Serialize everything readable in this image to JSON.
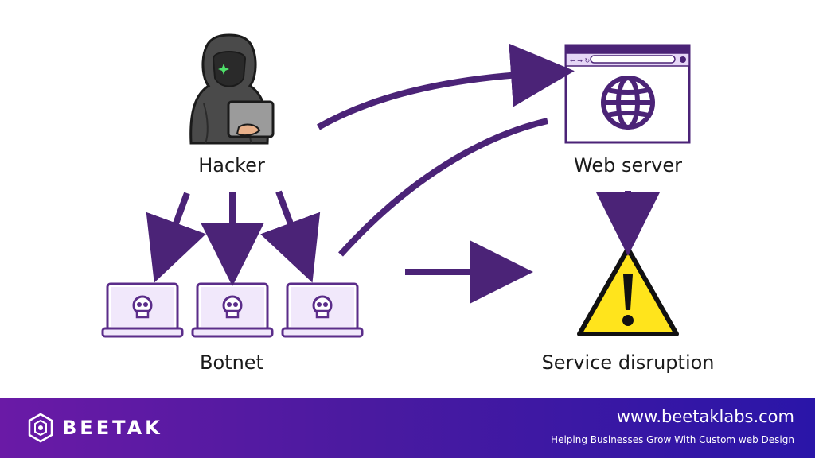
{
  "nodes": {
    "hacker": {
      "label": "Hacker"
    },
    "web_server": {
      "label": "Web server"
    },
    "botnet": {
      "label": "Botnet"
    },
    "service_disruption": {
      "label": "Service disruption"
    }
  },
  "footer": {
    "brand": "BEETAK",
    "website": "www.beetaklabs.com",
    "tagline": "Helping Businesses Grow With Custom web Design"
  },
  "colors": {
    "arrow": "#4b2377",
    "accent": "#5b2d8a",
    "laptop_fill": "#f1e8fb",
    "warning_yellow": "#ffe41c",
    "footer_start": "#6a1aa6",
    "footer_end": "#2a15a8"
  },
  "icons": [
    "hacker-icon",
    "browser-window-icon",
    "globe-icon",
    "laptop-skull-icon",
    "warning-icon",
    "beetak-logo-icon"
  ]
}
